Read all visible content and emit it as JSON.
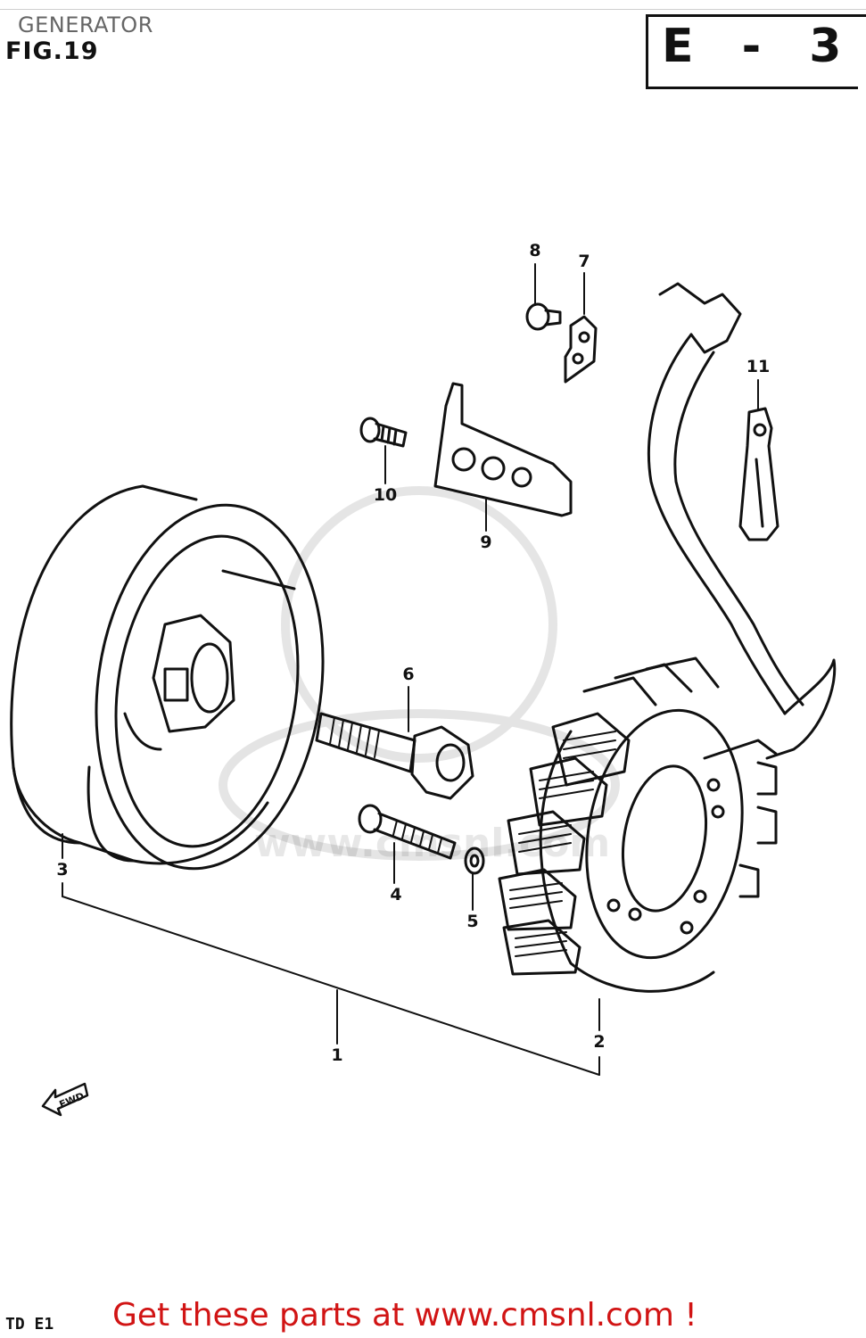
{
  "header": {
    "title": "GENERATOR",
    "figure": "FIG.19",
    "section_code": "E - 3"
  },
  "diagram": {
    "callouts": [
      "1",
      "2",
      "3",
      "4",
      "5",
      "6",
      "7",
      "8",
      "9",
      "10",
      "11"
    ],
    "direction_marker": "FWD",
    "watermark_text": "www.cmsnl.com"
  },
  "footer": {
    "code": "TD E1",
    "promo": "Get these parts at www.cmsnl.com !",
    "promo_color": "#d11414"
  }
}
